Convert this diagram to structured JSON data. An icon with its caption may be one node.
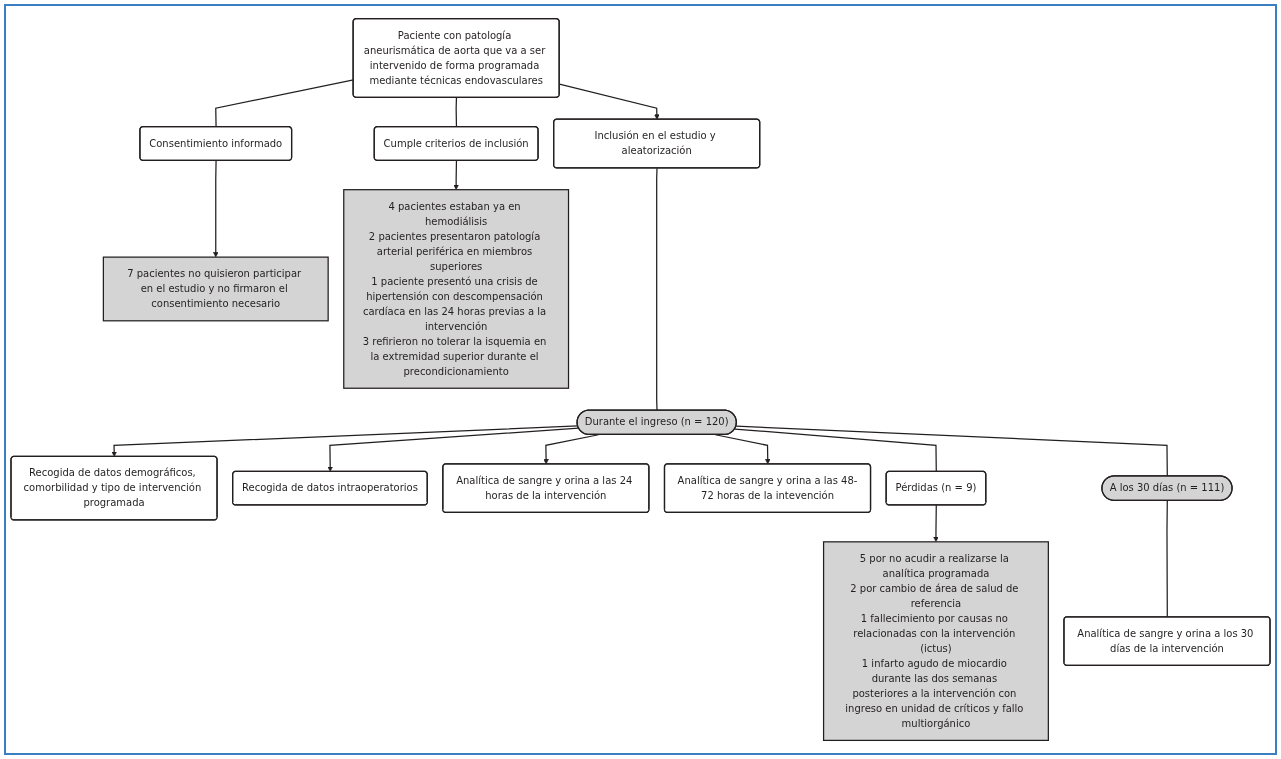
{
  "diagram": {
    "nodes": [
      {
        "text": [
          "Paciente con patología aneurismática de aorta que va a ser intervenido de forma programada mediante técnicas endovasculares"
        ]
      },
      {
        "text": [
          "Consentimiento informado"
        ]
      },
      {
        "text": [
          "Cumple criterios de inclusión"
        ]
      },
      {
        "text": [
          "7 pacientes no quisieron participar en el estudio y no firmaron el consentimiento necesario"
        ]
      },
      {
        "text": [
          "Inclusión en el estudio y aleatorización"
        ]
      },
      {
        "text": [
          "4 pacientes estaban ya en hemodiálisis",
          "2 pacientes presentaron patología arterial periférica en miembros superiores",
          "1 paciente presentó una crisis de hipertensión con descompensación cardíaca en las 24 horas previas a la intervención",
          "3 refirieron no tolerar la isquemia en la extremidad superior durante el precondicionamiento"
        ]
      },
      {
        "text": [
          "Recogida de datos demográficos, comorbilidad y tipo de intervención programada"
        ]
      },
      {
        "text": [
          "Recogida de datos intraoperatorios"
        ]
      },
      {
        "text": [
          "Analítica de sangre y orina a las 24 horas de la intervención"
        ]
      },
      {
        "text": [
          "Analítica de sangre y orina a las 48-72 horas de la intevención"
        ]
      },
      {
        "text": [
          "Durante el ingreso (n = 120)"
        ]
      },
      {
        "text": [
          "Pérdidas (n = 9)"
        ]
      },
      {
        "text": [
          "5 por no acudir a realizarse la analítica programada",
          "2 por cambio de área de salud de referencia",
          "1 fallecimiento por causas no relacionadas con la intervención (ictus)",
          "1 infarto agudo de miocardio durante las dos semanas posteriores a la intervención con ingreso en unidad de críticos y fallo multiorgánico"
        ]
      },
      {
        "text": [
          "A los 30 días (n = 111)"
        ]
      },
      {
        "text": [
          "Analítica de sangre y orina a los 30 días de la intervención"
        ]
      }
    ],
    "edges": [
      {
        "from": 0,
        "to": 1,
        "arrow": "none"
      },
      {
        "from": 0,
        "to": 4,
        "arrow": "to"
      },
      {
        "from": 0,
        "to": 2,
        "arrow": "none"
      },
      {
        "from": 1,
        "to": 3,
        "arrow": "to"
      },
      {
        "from": 2,
        "to": 5,
        "arrow": "to"
      },
      {
        "from": 4,
        "to": 10,
        "arrow": "none"
      },
      {
        "from": 10,
        "to": 6,
        "arrow": "to"
      },
      {
        "from": 10,
        "to": 7,
        "arrow": "to"
      },
      {
        "from": 10,
        "to": 8,
        "arrow": "to"
      },
      {
        "from": 10,
        "to": 9,
        "arrow": "to"
      },
      {
        "from": 10,
        "to": 11,
        "arrow": "none"
      },
      {
        "from": 11,
        "to": 12,
        "arrow": "to"
      },
      {
        "from": 10,
        "to": 13,
        "arrow": "none"
      },
      {
        "from": 13,
        "to": 14,
        "arrow": "none"
      }
    ]
  }
}
